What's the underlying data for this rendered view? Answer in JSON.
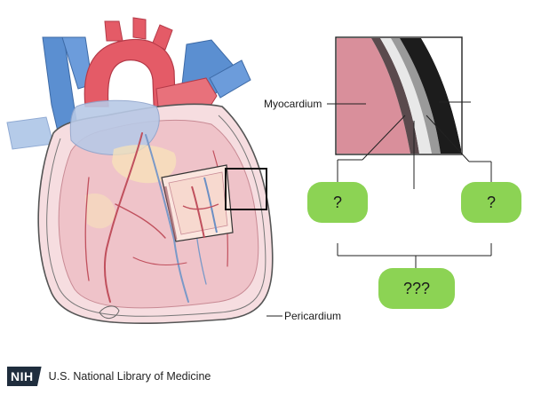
{
  "labels": {
    "myocardium": "Myocardium",
    "pericardium": "Pericardium"
  },
  "quiz_boxes": {
    "left": "?",
    "right": "?",
    "bottom": "???"
  },
  "footer": {
    "logo_text": "NIH",
    "organization": "U.S. National Library of Medicine"
  },
  "colors": {
    "quiz_box": "#8cd354",
    "aorta_red": "#e45b67",
    "vein_blue": "#5b8fd1",
    "heart_pink": "#f1c7cc",
    "myocardium_pink": "#d98f9b",
    "line": "#222222"
  }
}
